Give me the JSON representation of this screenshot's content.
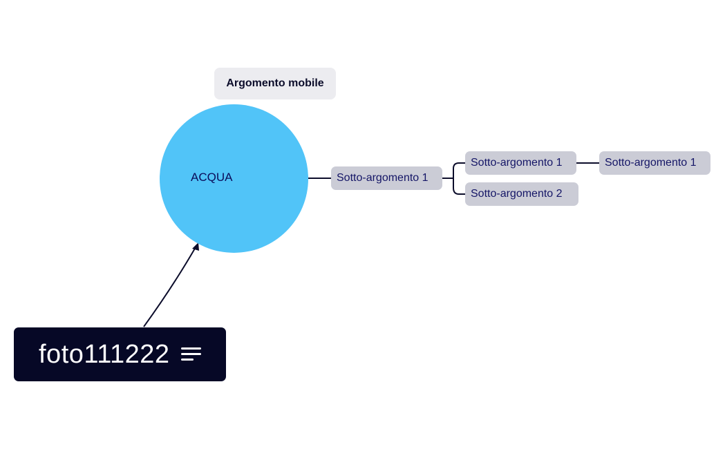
{
  "floating_topic": {
    "label": "Argomento mobile"
  },
  "central_topic": {
    "label": "ACQUA",
    "color": "#51c4f8"
  },
  "subtopics": [
    {
      "label": "Sotto-argomento 1"
    },
    {
      "label": "Sotto-argomento 1"
    },
    {
      "label": "Sotto-argomento 2"
    },
    {
      "label": "Sotto-argomento 1"
    }
  ],
  "photo_label": {
    "text": "foto111222",
    "icon": "notes-icon"
  },
  "colors": {
    "topic_bg": "#cbccd6",
    "topic_text": "#141566",
    "floating_bg": "#ececf0",
    "label_bg": "#060826",
    "connector": "#0b0c2a"
  }
}
